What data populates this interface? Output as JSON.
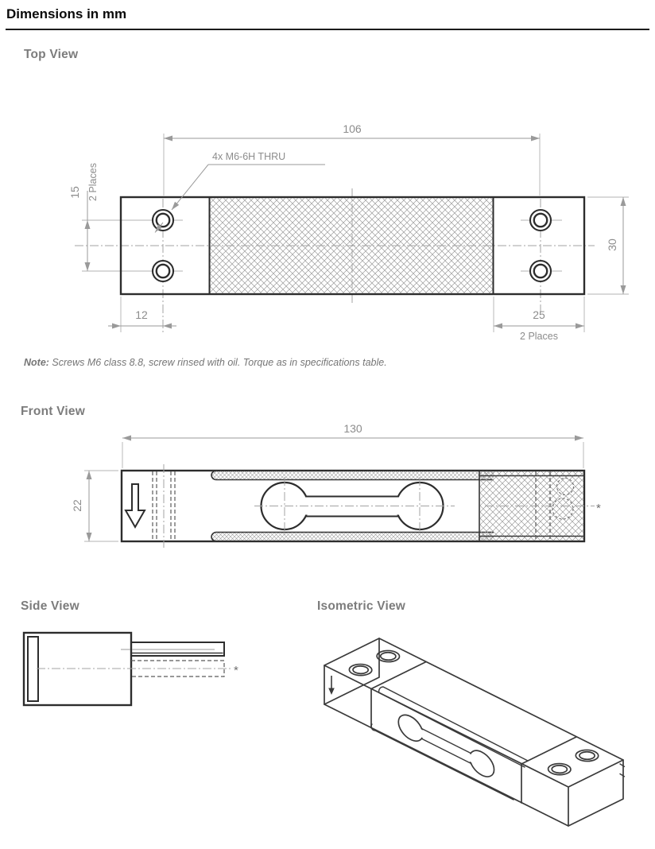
{
  "header": {
    "title": "Dimensions in mm"
  },
  "top_view": {
    "label": "Top View",
    "dims": {
      "length_between_holes": "106",
      "hole_callout": "4x M6-6H THRU",
      "hole_pitch": "15",
      "hole_pitch_note": "2 Places",
      "hole_edge_offset": "12",
      "end_block_width": "25",
      "end_block_note": "2 Places",
      "body_width": "30"
    }
  },
  "front_view": {
    "label": "Front View",
    "dims": {
      "overall_length": "130",
      "height": "22"
    },
    "asterisk": "*"
  },
  "side_view": {
    "label": "Side View",
    "asterisk": "*"
  },
  "isometric_view": {
    "label": "Isometric View"
  },
  "note": {
    "label": "Note:",
    "text": " Screws M6 class 8.8, screw rinsed with oil. Torque as in specifications table."
  }
}
